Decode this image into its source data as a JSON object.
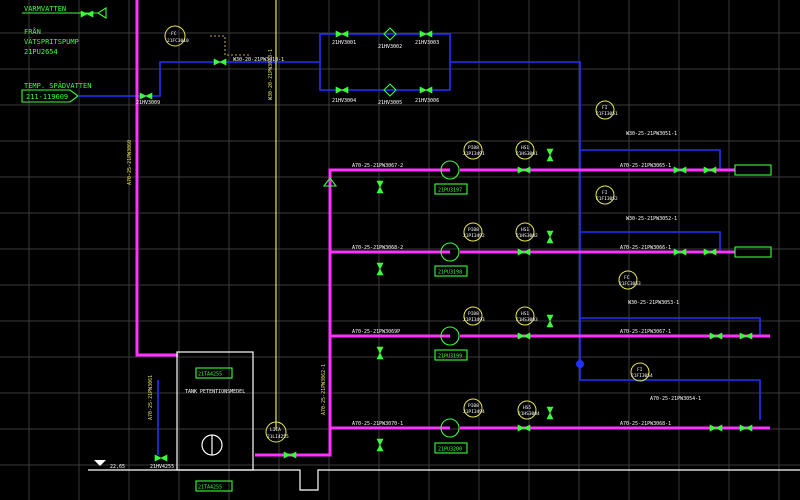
{
  "sources": {
    "hot_water": "VARMVATTEN",
    "from_line1": "FRÅN",
    "from_line2": "VÄTSPRITSPUMP",
    "from_line3": "21PU2654",
    "makeup_water": "TEMP. SPÄDVATTEN",
    "makeup_line_tag": "211-119609"
  },
  "tank": {
    "tag_top": "21TA4255",
    "name": "TANK PETENTIONSMEDEL",
    "tag_bottom": "21TA4255",
    "level_label": "22,65"
  },
  "pumps": [
    {
      "tag": "21PU3197",
      "pi_top": "PI08",
      "pi_bot": "21PI3491",
      "hs_top": "HS1",
      "hs_bot": "21HS3001",
      "line_in": "A70-25-21PW3067-2",
      "line_out": "A70-25-21PW3065-1"
    },
    {
      "tag": "21PU3198",
      "pi_top": "PI08",
      "pi_bot": "21PI3492",
      "hs_top": "HS1",
      "hs_bot": "21HS3002",
      "line_in": "A70-25-21PW3068-2",
      "line_out": "A70-25-21PW3066-1"
    },
    {
      "tag": "21PU3199",
      "pi_top": "PI08",
      "pi_bot": "21PI3493",
      "hs_top": "HS1",
      "hs_bot": "21HS3003",
      "line_in": "A70-25-21PW3069P",
      "line_out": "A70-25-21PW3067-1"
    },
    {
      "tag": "21PU3200",
      "pi_top": "PI08",
      "pi_bot": "21PI3494",
      "hs_top": "HS5",
      "hs_bot": "21HS3004",
      "line_in": "A70-25-21PW3070-1",
      "line_out": "A70-25-21PW3068-1"
    }
  ],
  "flow_instruments": [
    {
      "top": "FI",
      "bot": "21FI3051",
      "line": "W30-25-21PW3051-1"
    },
    {
      "top": "FI",
      "bot": "21FI3052",
      "line": "W30-25-21PW3052-1"
    },
    {
      "top": "FC",
      "bot": "21FC3053",
      "line": "W30-25-21PW3053-1"
    },
    {
      "top": "FI",
      "bot": "21FI3054",
      "line": "A70-25-21PW3054-1"
    }
  ],
  "top_instruments": {
    "fc_top": "FC",
    "fc_bot": "21FC3010",
    "line_label": "W30-20-21PW3010-1",
    "lica_top": "LICA",
    "lica_bot": "21LI4255"
  },
  "valve_tags": {
    "makeup_valve": "21HV3009",
    "bypass_top_left": "21HV3001",
    "bypass_top_mid": "21HV3002",
    "bypass_top_right": "21HV3003",
    "bypass_bot_left": "21HV3004",
    "bypass_bot_mid": "21HV3005",
    "bypass_bot_right": "21HV3006",
    "tank_outlet": "21HV4255"
  },
  "vertical_line_labels": {
    "magenta_riser": "A70-25-21PW3060",
    "yellow_trace": "W30-20-21PW3013-1",
    "return_riser": "A70-25-21PW3062-1",
    "tank_riser": "A70-25-21PW3061"
  }
}
